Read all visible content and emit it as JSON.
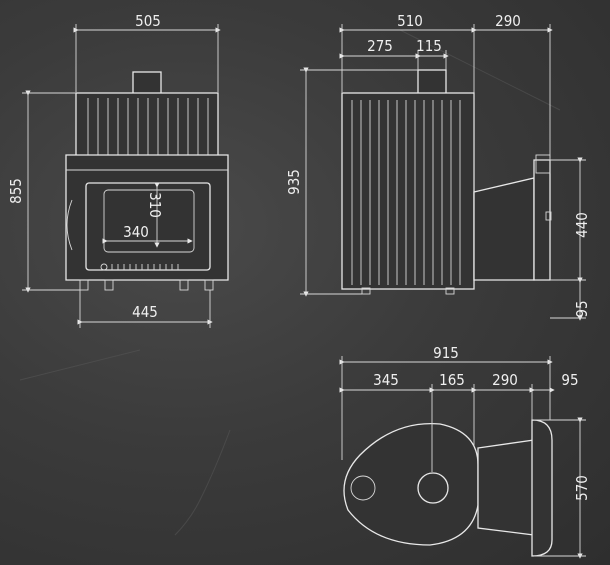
{
  "front_view": {
    "width_top": "505",
    "height_total": "855",
    "door_height": "310",
    "door_width": "340",
    "base_width": "445"
  },
  "side_view": {
    "width_body": "510",
    "offset_left": "275",
    "chimney_width": "115",
    "tank_depth": "290",
    "height_total": "935",
    "tank_height": "440",
    "tank_bottom": "95"
  },
  "top_view": {
    "total_length": "915",
    "seg_1": "345",
    "seg_2": "165",
    "seg_3": "290",
    "seg_4": "95",
    "depth": "570"
  }
}
